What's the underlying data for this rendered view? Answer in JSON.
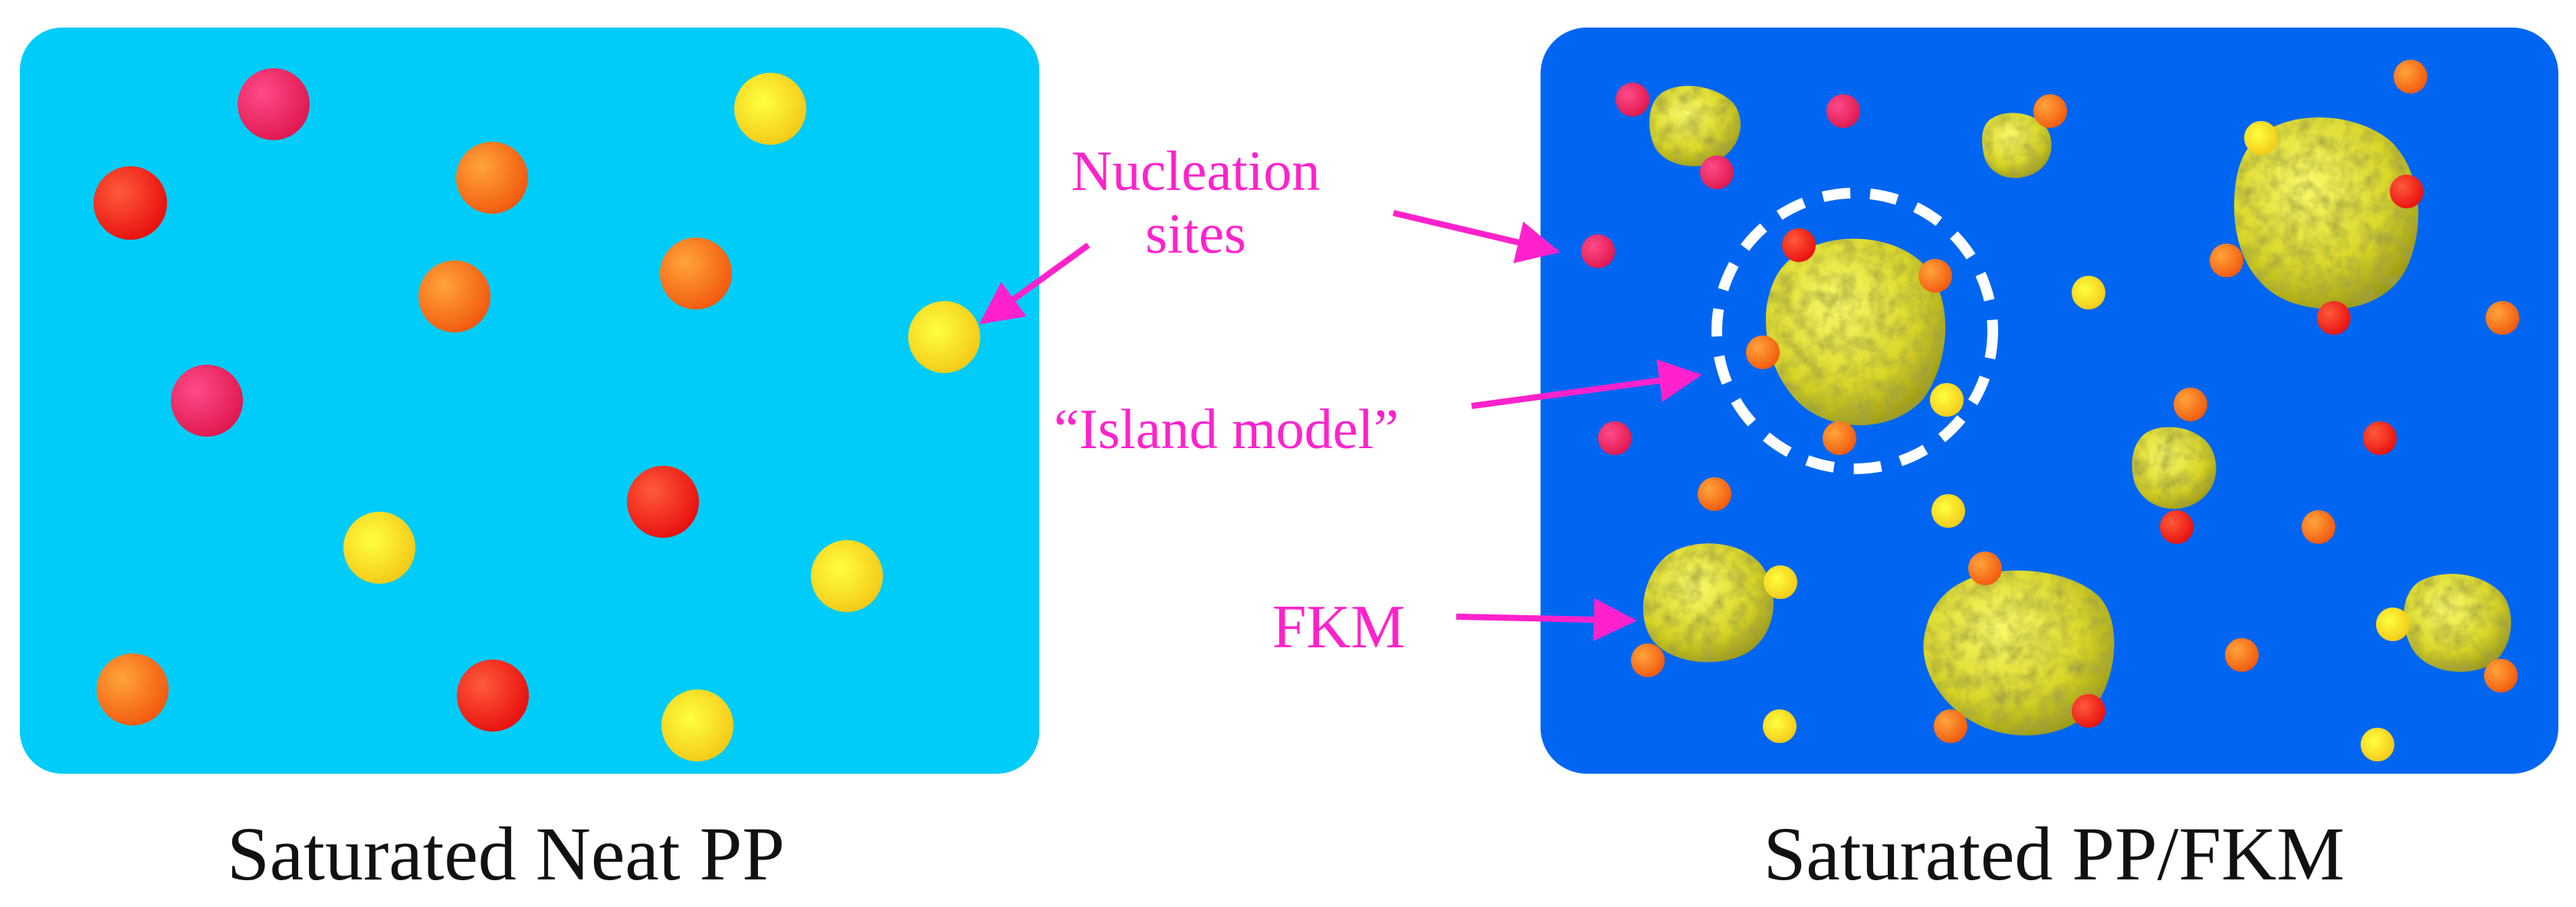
{
  "panels": {
    "left": {
      "caption": "Saturated Neat PP",
      "background": "#00CCF9"
    },
    "right": {
      "caption": "Saturated PP/FKM",
      "background": "#0066F2"
    }
  },
  "annotations": {
    "nucleation_line1": "Nucleation",
    "nucleation_line2": "sites",
    "island_model": "“Island model”",
    "fkm": "FKM",
    "color": "#FF22CC"
  },
  "legend_colors": {
    "nucleation_site_colors": [
      "#FF1F1F",
      "#FF7A1A",
      "#FFD21A",
      "#FF2D78"
    ],
    "fkm_particle": "#D9DC28",
    "island_ring": "#FFFFFF"
  }
}
